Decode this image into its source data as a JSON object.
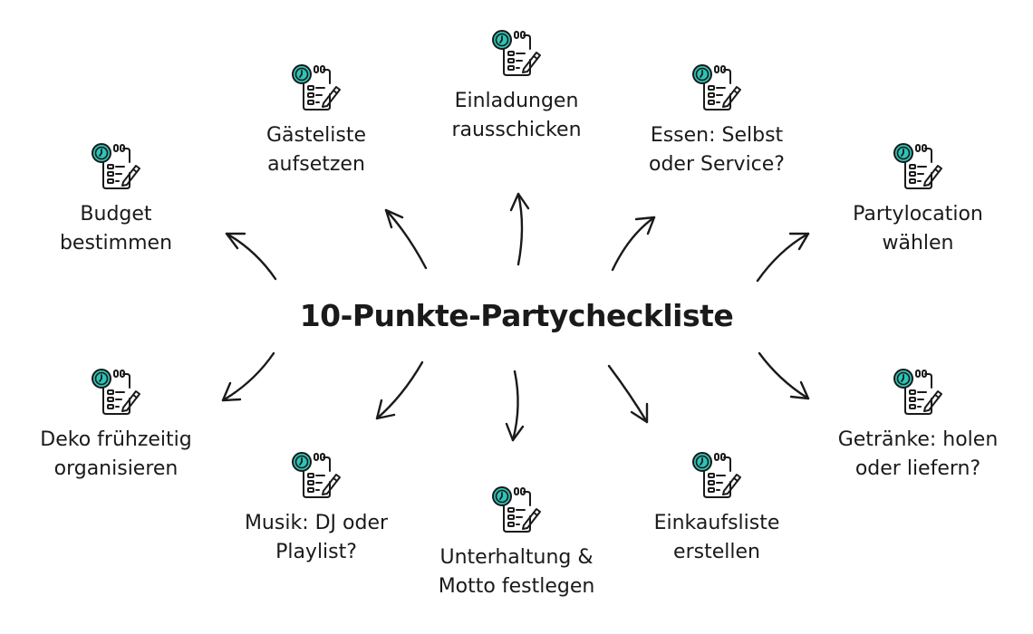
{
  "title": "10-Punkte-Partycheckliste",
  "colors": {
    "accent": "#2ec4b6",
    "ink": "#1a1a1a"
  },
  "items": [
    {
      "label": "Budget\nbestimmen",
      "icon": "clock-checklist-icon"
    },
    {
      "label": "Gästeliste\naufsetzen",
      "icon": "clock-checklist-icon"
    },
    {
      "label": "Einladungen\nrausschicken",
      "icon": "clock-checklist-icon"
    },
    {
      "label": "Essen: Selbst\noder Service?",
      "icon": "clock-checklist-icon"
    },
    {
      "label": "Partylocation\nwählen",
      "icon": "clock-checklist-icon"
    },
    {
      "label": "Deko frühzeitig\norganisieren",
      "icon": "clock-checklist-icon"
    },
    {
      "label": "Musik: DJ oder\nPlaylist?",
      "icon": "clock-checklist-icon"
    },
    {
      "label": "Unterhaltung &\nMotto festlegen",
      "icon": "clock-checklist-icon"
    },
    {
      "label": "Einkaufsliste\nerstellen",
      "icon": "clock-checklist-icon"
    },
    {
      "label": "Getränke: holen\noder liefern?",
      "icon": "clock-checklist-icon"
    }
  ]
}
